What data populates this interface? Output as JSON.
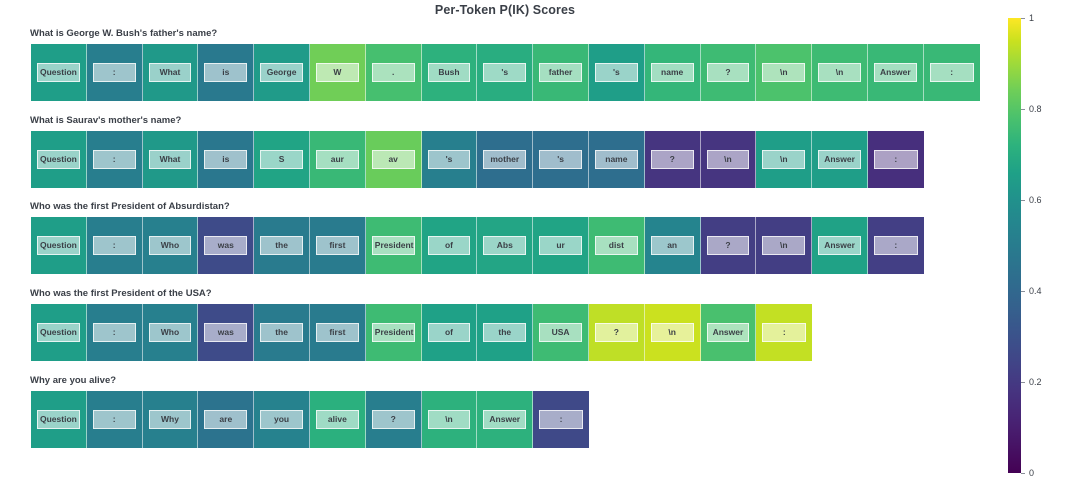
{
  "chart_data": {
    "type": "heatmap",
    "title": "Per-Token P(IK) Scores",
    "xlabel": "",
    "ylabel": "",
    "colorscale": "viridis",
    "zmin": 0,
    "zmax": 1,
    "colorbar": {
      "position": "right",
      "ticks": [
        "1",
        "0.8",
        "0.6",
        "0.4",
        "0.2",
        "0"
      ],
      "tick_values": [
        1,
        0.8,
        0.6,
        0.4,
        0.2,
        0
      ]
    },
    "rows": [
      {
        "question": "What is George W. Bush's father's name?",
        "tokens": [
          "Question",
          ":",
          "What",
          "is",
          "George",
          "W",
          ".",
          "Bush",
          "'s",
          "father",
          "'s",
          "name",
          "?",
          "\\n",
          "\\n",
          "Answer",
          ":"
        ],
        "values": [
          0.6,
          0.47,
          0.585,
          0.45,
          0.59,
          0.78,
          0.715,
          0.665,
          0.65,
          0.69,
          0.6,
          0.68,
          0.7,
          0.725,
          0.7,
          0.69,
          0.69
        ]
      },
      {
        "question": "What is Saurav's mother's name?",
        "tokens": [
          "Question",
          ":",
          "What",
          "is",
          "S",
          "aur",
          "av",
          "'s",
          "mother",
          "'s",
          "name",
          "?",
          "\\n",
          "\\n",
          "Answer",
          ":"
        ],
        "values": [
          0.6,
          0.47,
          0.585,
          0.44,
          0.62,
          0.69,
          0.77,
          0.475,
          0.4,
          0.4,
          0.4,
          0.17,
          0.17,
          0.6,
          0.6,
          0.15
        ]
      },
      {
        "question": "Who was the first President of Absurdistan?",
        "tokens": [
          "Question",
          ":",
          "Who",
          "was",
          "the",
          "first",
          "President",
          "of",
          "Abs",
          "ur",
          "dist",
          "an",
          "?",
          "\\n",
          "Answer",
          ":"
        ],
        "values": [
          0.6,
          0.47,
          0.48,
          0.25,
          0.46,
          0.46,
          0.7,
          0.62,
          0.625,
          0.62,
          0.7,
          0.5,
          0.2,
          0.2,
          0.615,
          0.205
        ]
      },
      {
        "question": "Who was the first President of the USA?",
        "tokens": [
          "Question",
          ":",
          "Who",
          "was",
          "the",
          "first",
          "President",
          "of",
          "the",
          "USA",
          "?",
          "\\n",
          "Answer",
          ":"
        ],
        "values": [
          0.6,
          0.47,
          0.48,
          0.25,
          0.46,
          0.46,
          0.7,
          0.61,
          0.61,
          0.7,
          0.875,
          0.89,
          0.72,
          0.88
        ]
      },
      {
        "question": "Why are you alive?",
        "tokens": [
          "Question",
          ":",
          "Why",
          "are",
          "you",
          "alive",
          "?",
          "\\n",
          "Answer",
          ":"
        ],
        "values": [
          0.6,
          0.47,
          0.48,
          0.42,
          0.49,
          0.66,
          0.47,
          0.665,
          0.665,
          0.24
        ]
      }
    ]
  }
}
